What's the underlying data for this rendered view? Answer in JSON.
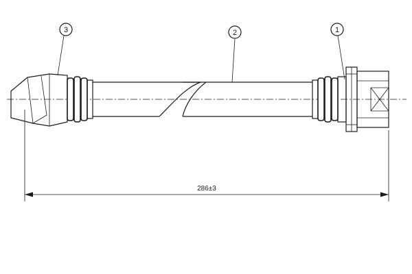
{
  "callouts": [
    {
      "label": "1"
    },
    {
      "label": "2"
    },
    {
      "label": "3"
    }
  ],
  "dimension": {
    "label": "286±3"
  },
  "colors": {
    "ink": "#1a1a1a",
    "background": "#ffffff"
  }
}
